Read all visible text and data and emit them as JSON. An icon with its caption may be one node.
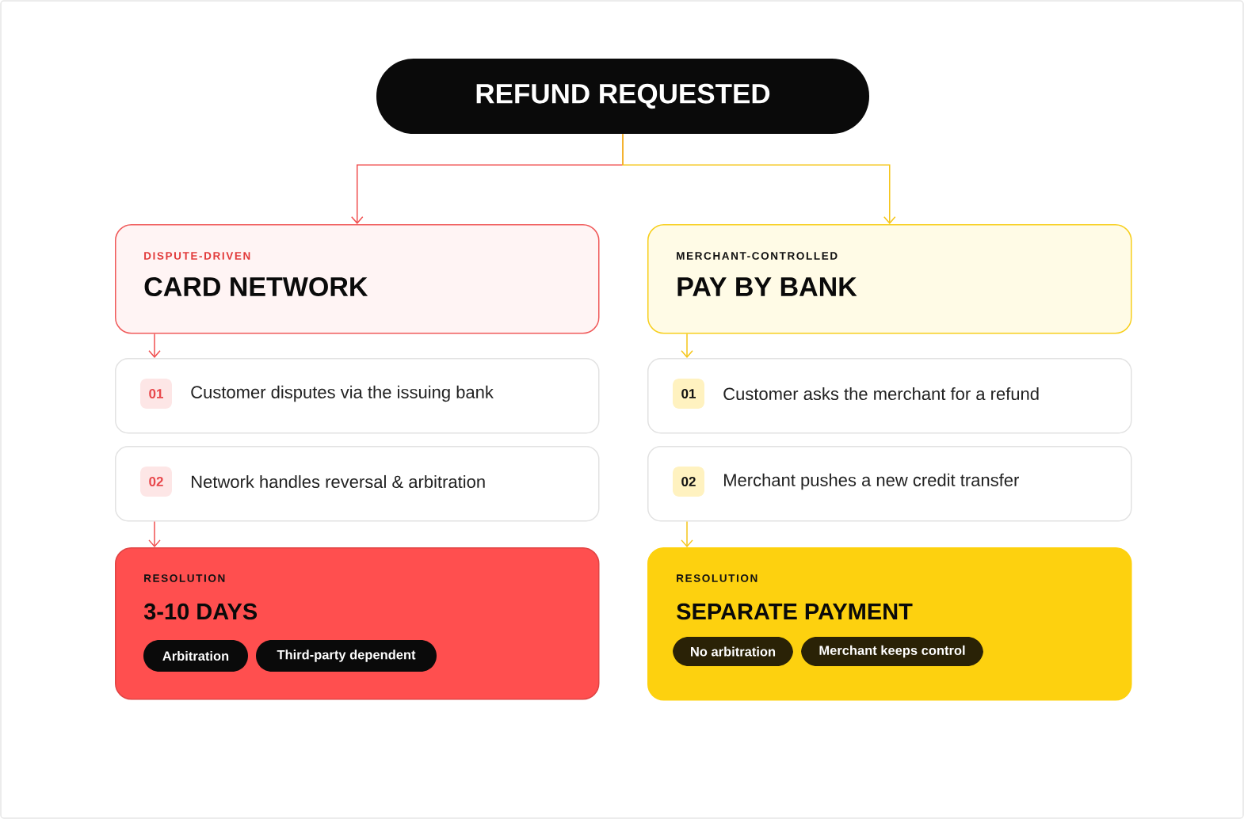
{
  "diagram": {
    "nodes": [
      {
        "text": [
          "REFUND REQUESTED"
        ]
      },
      {
        "text": [
          "DISPUTE-DRIVEN",
          "CARD NETWORK"
        ]
      },
      {
        "text": [
          "01",
          "Customer disputes via the issuing bank"
        ]
      },
      {
        "text": [
          "02",
          "Network handles reversal & arbitration"
        ]
      },
      {
        "text": [
          "RESOLUTION",
          "3-10 DAYS"
        ]
      },
      {
        "text": [
          "Arbitration"
        ],
        "in": 4
      },
      {
        "text": [
          "Third-party dependent"
        ],
        "in": 4
      },
      {
        "text": [
          "MERCHANT-CONTROLLED",
          "PAY BY BANK"
        ]
      },
      {
        "text": [
          "01",
          "Customer asks the merchant for a refund"
        ]
      },
      {
        "text": [
          "02",
          "Merchant pushes a new credit transfer"
        ]
      },
      {
        "text": [
          "RESOLUTION",
          "SEPARATE PAYMENT"
        ]
      },
      {
        "text": [
          "No arbitration"
        ],
        "in": 10
      },
      {
        "text": [
          "Merchant keeps control"
        ],
        "in": 10
      }
    ],
    "edges": [
      {
        "from": 0,
        "to": 1,
        "arrow": "to",
        "color": "#f05050"
      },
      {
        "from": 0,
        "to": 7,
        "arrow": "to",
        "color": "#f5c518"
      },
      {
        "from": 1,
        "to": 2,
        "arrow": "to",
        "color": "#f05050"
      },
      {
        "from": 3,
        "to": 4,
        "arrow": "to",
        "color": "#f05050"
      },
      {
        "from": 7,
        "to": 8,
        "arrow": "to",
        "color": "#f5c518"
      },
      {
        "from": 9,
        "to": 10,
        "arrow": "to",
        "color": "#f5c518"
      }
    ]
  }
}
